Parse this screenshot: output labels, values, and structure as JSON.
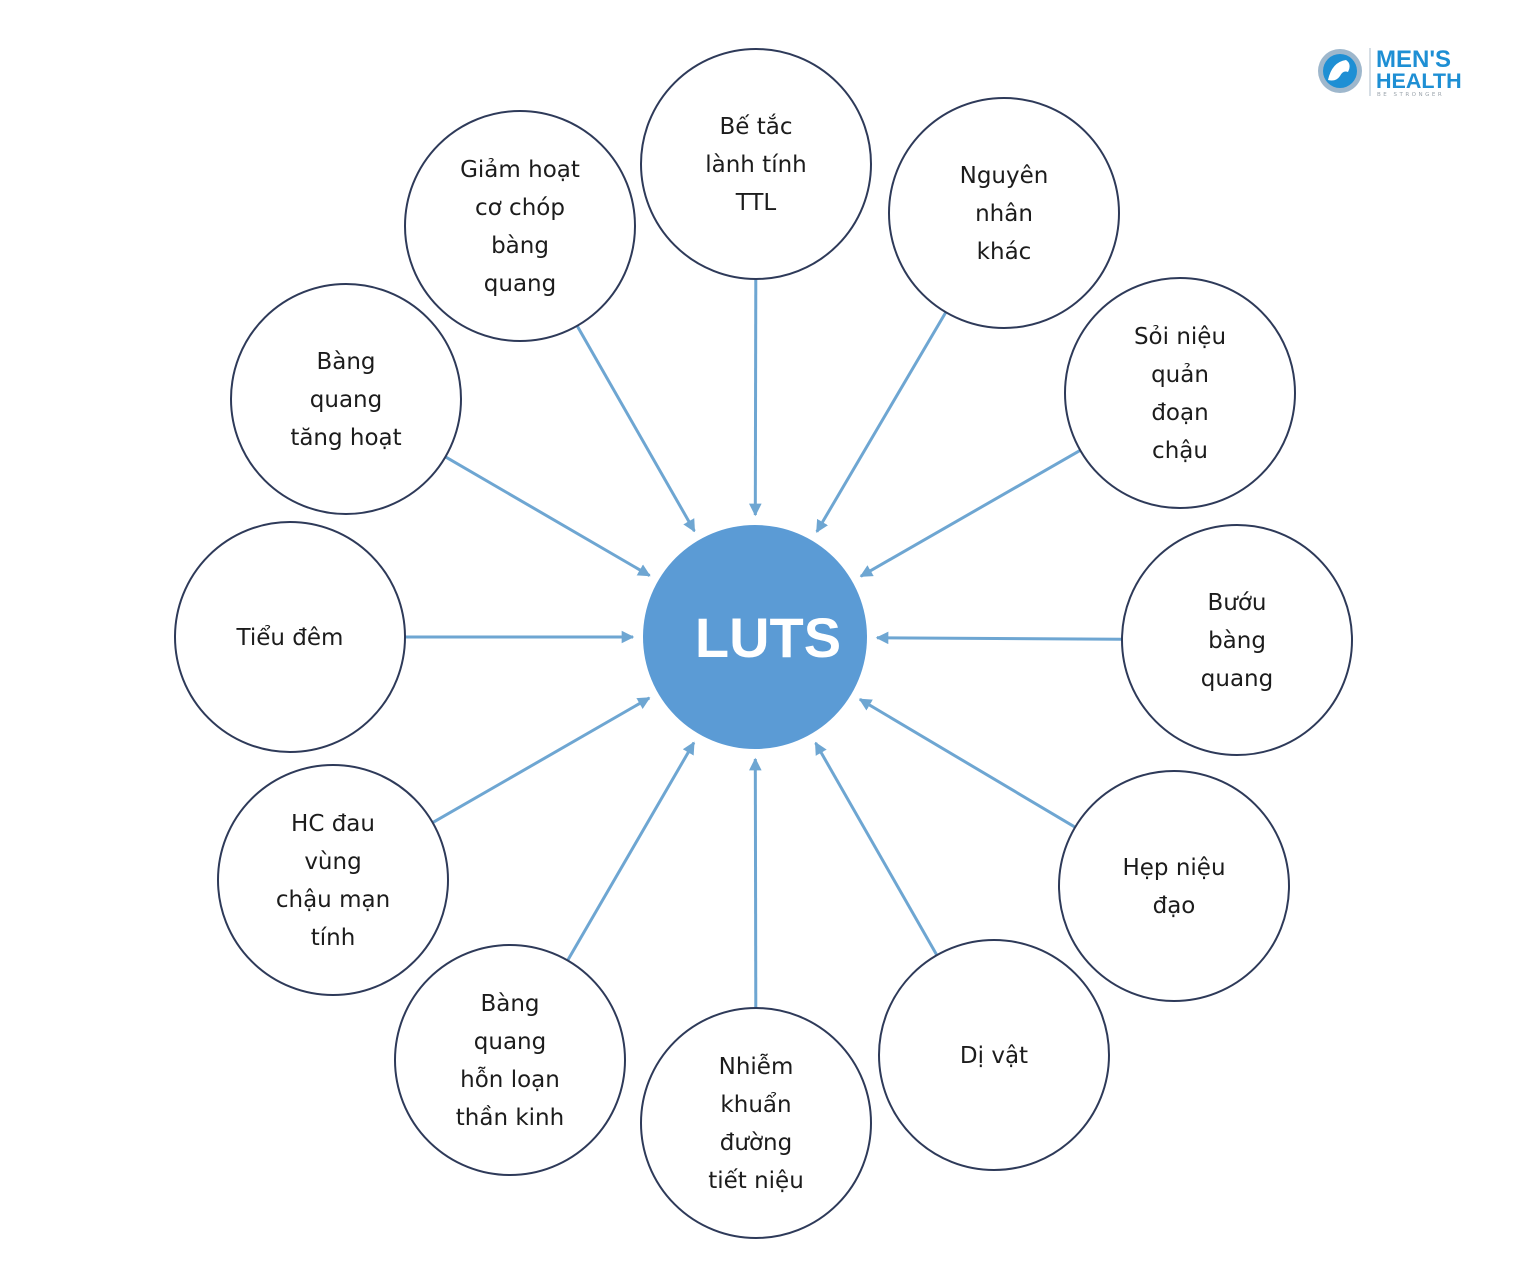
{
  "diagram": {
    "center": {
      "label": "LUTS",
      "color": "#5b9bd5"
    },
    "arrow_color": "#6ea6d2",
    "node_border_color": "#2e3a59",
    "nodes": [
      {
        "id": "be-tac-lanh-tinh-ttl",
        "lines": [
          "Bế tắc",
          "lành tính",
          "TTL"
        ]
      },
      {
        "id": "nguyen-nhan-khac",
        "lines": [
          "Nguyên",
          "nhân",
          "khác"
        ]
      },
      {
        "id": "soi-nieu-quan-doan-chau",
        "lines": [
          "Sỏi niệu",
          "quản",
          "đoạn",
          "chậu"
        ]
      },
      {
        "id": "buou-bang-quang",
        "lines": [
          "Bướu",
          "bàng",
          "quang"
        ]
      },
      {
        "id": "hep-nieu-dao",
        "lines": [
          "Hẹp niệu",
          "đạo"
        ]
      },
      {
        "id": "di-vat",
        "lines": [
          "Dị vật"
        ]
      },
      {
        "id": "nhiem-khuan-duong-tiet-nieu",
        "lines": [
          "Nhiễm",
          "khuẩn",
          "đường",
          "tiết niệu"
        ]
      },
      {
        "id": "bang-quang-hon-loan-than-kinh",
        "lines": [
          "Bàng",
          "quang",
          "hỗn loạn",
          "thần kinh"
        ]
      },
      {
        "id": "hc-dau-vung-chau-man-tinh",
        "lines": [
          "HC đau",
          "vùng",
          "chậu mạn",
          "tính"
        ]
      },
      {
        "id": "tieu-dem",
        "lines": [
          "Tiểu đêm"
        ]
      },
      {
        "id": "bang-quang-tang-hoat",
        "lines": [
          "Bàng",
          "quang",
          "tăng hoạt"
        ]
      },
      {
        "id": "giam-hoat-co-chop-bang-quang",
        "lines": [
          "Giảm hoạt",
          "cơ chóp",
          "bàng",
          "quang"
        ]
      }
    ]
  },
  "logo": {
    "line1": "MEN'S",
    "line2": "HEALTH",
    "tagline": "BE STRONGER",
    "color": "#1e8fd4"
  }
}
